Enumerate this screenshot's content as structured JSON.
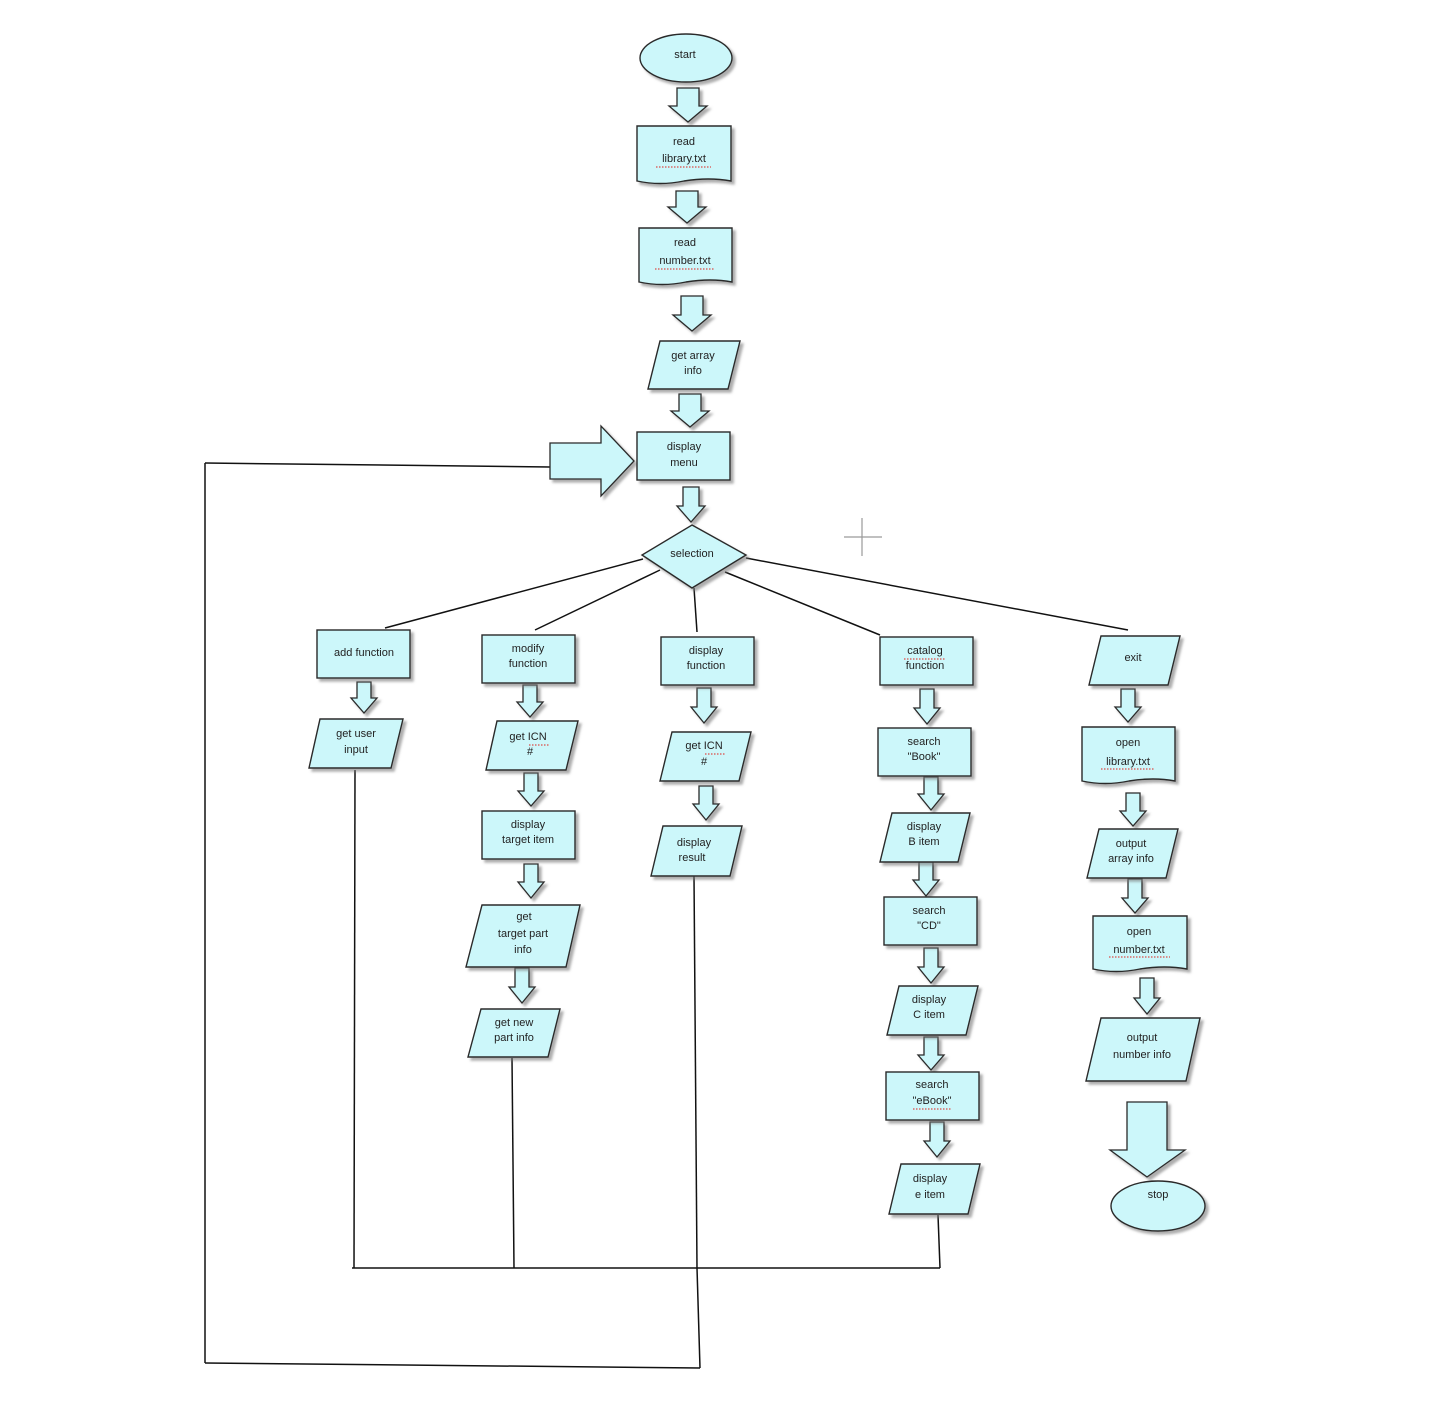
{
  "flowchart": {
    "start": "start",
    "read_library": [
      "read",
      "library.txt"
    ],
    "read_number": [
      "read",
      "number.txt"
    ],
    "get_array_info": [
      "get array",
      "info"
    ],
    "display_menu": [
      "display",
      "menu"
    ],
    "selection": "selection",
    "add_function": "add function",
    "get_user_input": [
      "get user",
      "input"
    ],
    "modify_function": [
      "modify",
      "function"
    ],
    "modify_get_icn": [
      "get ICN",
      "#"
    ],
    "display_target_item": [
      "display",
      "target item"
    ],
    "get_target_part_info": [
      "get",
      "target part",
      "info"
    ],
    "get_new_part_info": [
      "get new",
      "part info"
    ],
    "display_function": [
      "display",
      "function"
    ],
    "display_get_icn": [
      "get ICN",
      "#"
    ],
    "display_result": [
      "display",
      "result"
    ],
    "catalog_function": [
      "catalog",
      "function"
    ],
    "search_book": [
      "search",
      "\"Book\""
    ],
    "display_b_item": [
      "display",
      "B item"
    ],
    "search_cd": [
      "search",
      "\"CD\""
    ],
    "display_c_item": [
      "display",
      "C item"
    ],
    "search_ebook": [
      "search",
      "\"eBook\""
    ],
    "display_e_item": [
      "display",
      "e item"
    ],
    "exit": "exit",
    "open_library": [
      "open",
      "library.txt"
    ],
    "output_array_info": [
      "output",
      "array info"
    ],
    "open_number": [
      "open",
      "number.txt"
    ],
    "output_number_info": [
      "output",
      "number info"
    ],
    "stop": "stop"
  },
  "colors": {
    "fill": "#ccf7fa",
    "stroke": "#2a2a2a",
    "connector": "#111111",
    "spell_underline": "#e0201a"
  }
}
